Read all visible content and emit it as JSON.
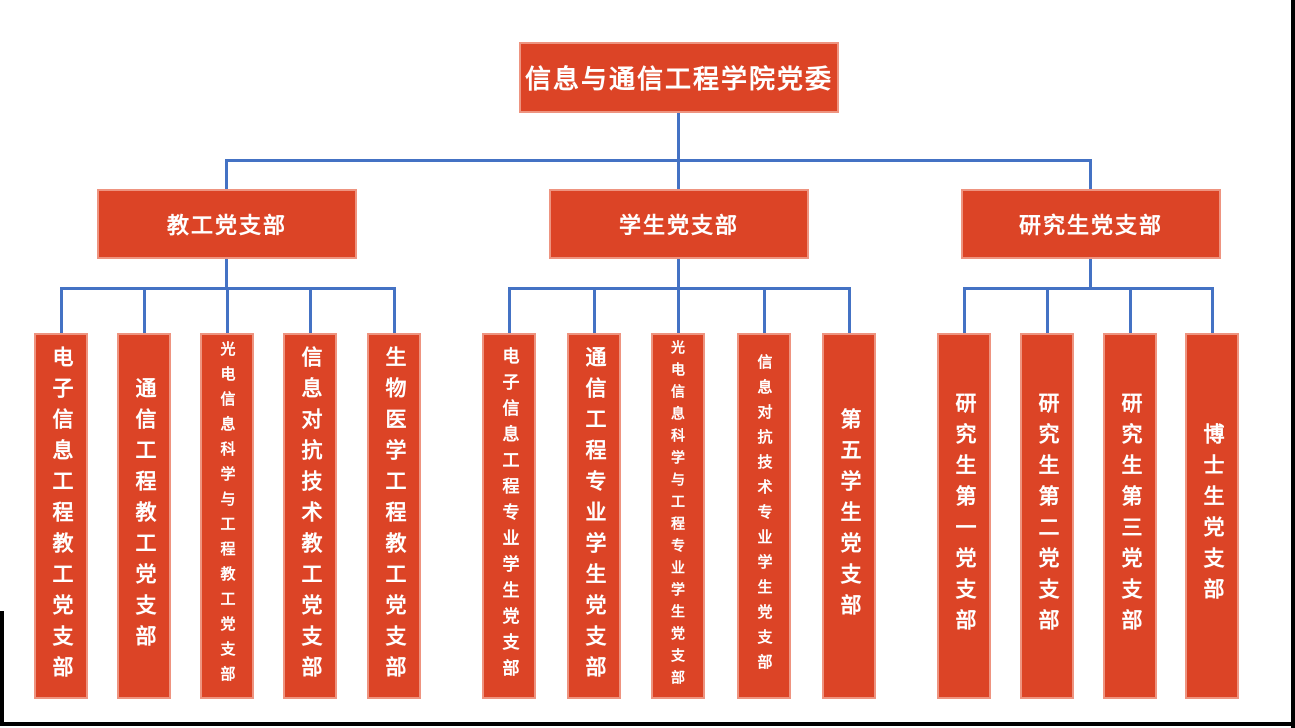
{
  "title": {
    "label": "信息与通信工程学院党委"
  },
  "colors": {
    "node_fill": "#dc4426",
    "node_border": "#ee9480",
    "connector_blue": "#4472c4",
    "frame_black": "#000000",
    "text_white": "#ffffff"
  },
  "groups": [
    {
      "label": "教工党支部",
      "children": [
        {
          "label": "电子信息工程教工党支部"
        },
        {
          "label": "通信工程教工党支部"
        },
        {
          "label": "光电信息科学与工程教工党支部"
        },
        {
          "label": "信息对抗技术教工党支部"
        },
        {
          "label": "生物医学工程教工党支部"
        }
      ]
    },
    {
      "label": "学生党支部",
      "children": [
        {
          "label": "电子信息工程专业学生党支部"
        },
        {
          "label": "通信工程专业学生党支部"
        },
        {
          "label": "光电信息科学与工程专业学生党支部"
        },
        {
          "label": "信息对抗技术专业学生党支部"
        },
        {
          "label": "第五学生党支部"
        }
      ]
    },
    {
      "label": "研究生党支部",
      "children": [
        {
          "label": "研究生第一党支部"
        },
        {
          "label": "研究生第二党支部"
        },
        {
          "label": "研究生第三党支部"
        },
        {
          "label": "博士生党支部"
        }
      ]
    }
  ]
}
